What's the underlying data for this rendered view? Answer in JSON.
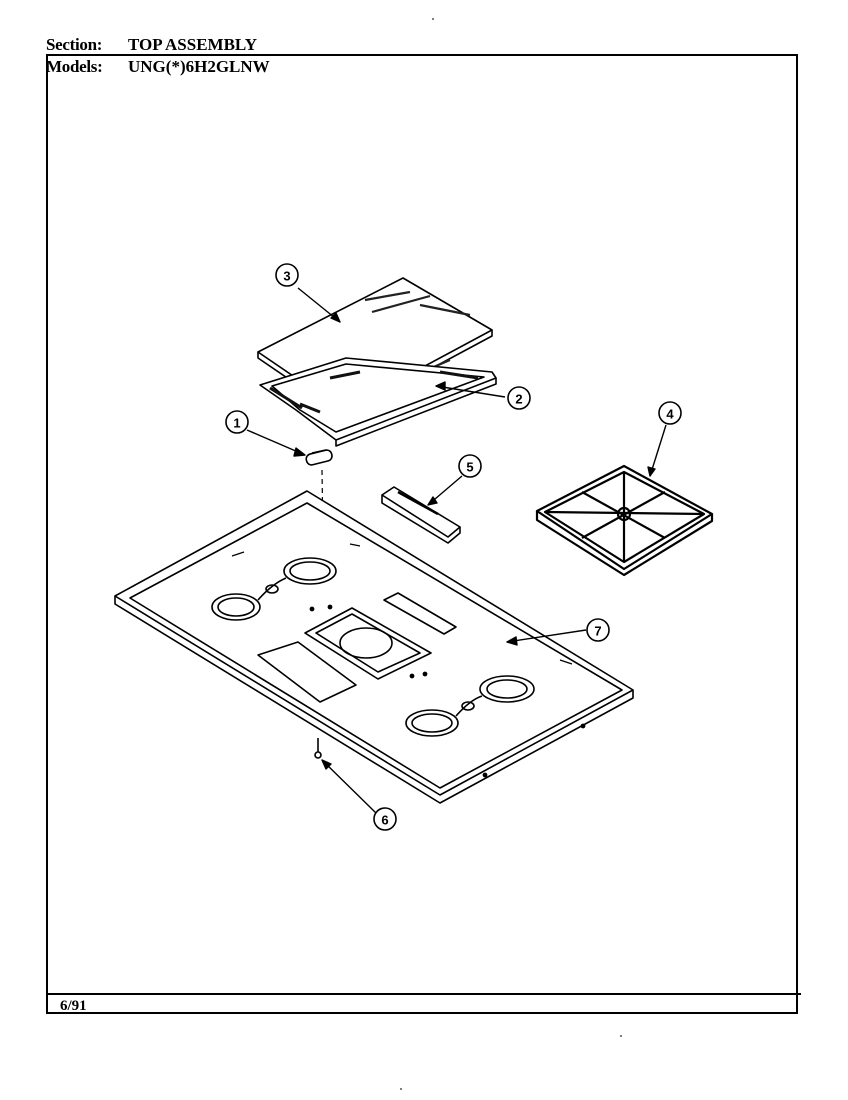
{
  "header": {
    "section_label": "Section:",
    "section_value": "TOP ASSEMBLY",
    "models_label": "Models:",
    "models_value": "UNG(*)6H2GLNW"
  },
  "footer": {
    "date": "6/91"
  },
  "callouts": [
    {
      "id": "1",
      "part": "small-trim-piece"
    },
    {
      "id": "2",
      "part": "tray-frame"
    },
    {
      "id": "3",
      "part": "cover-panel"
    },
    {
      "id": "4",
      "part": "burner-grate"
    },
    {
      "id": "5",
      "part": "bracket"
    },
    {
      "id": "6",
      "part": "screw"
    },
    {
      "id": "7",
      "part": "cooktop-main-top"
    }
  ]
}
